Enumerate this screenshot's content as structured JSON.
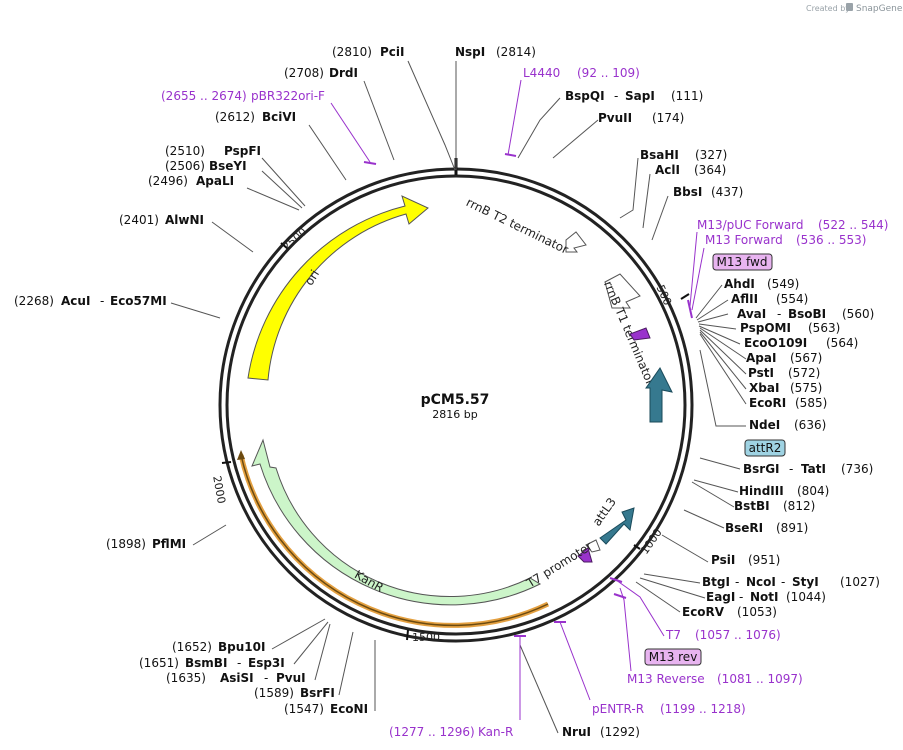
{
  "header": {
    "created_by": "Created by",
    "brand": "SnapGene"
  },
  "plasmid": {
    "name": "pCM5.57",
    "length_label": "2816 bp",
    "length": 2816
  },
  "ticks": [
    "500",
    "1000",
    "1500",
    "2000",
    "2500"
  ],
  "features": [
    {
      "name": "ori",
      "color": "#ffff00"
    },
    {
      "name": "KanR",
      "color": "#ccf5c9"
    },
    {
      "name": "rrnB T2 terminator",
      "color": "#ffffff"
    },
    {
      "name": "rrnB T1 terminator",
      "color": "#ffffff"
    },
    {
      "name": "attR2",
      "color": "#36798f"
    },
    {
      "name": "attL3",
      "color": "#36798f"
    },
    {
      "name": "T7 promoter",
      "color": "#ffffff"
    }
  ],
  "sites": [
    {
      "name": "PciI",
      "pos": "(2810)"
    },
    {
      "name": "NspI",
      "pos": "(2814)"
    },
    {
      "name": "DrdI",
      "pos": "(2708)"
    },
    {
      "name": "BciVI",
      "pos": "(2612)"
    },
    {
      "name": "PspFI",
      "pos": "(2510)"
    },
    {
      "name": "BseYI",
      "pos": "(2506)"
    },
    {
      "name": "ApaLI",
      "pos": "(2496)"
    },
    {
      "name": "AlwNI",
      "pos": "(2401)"
    },
    {
      "name": "AcuI",
      "sep": "-",
      "name2": "Eco57MI",
      "pos": "(2268)"
    },
    {
      "name": "PflMI",
      "pos": "(1898)"
    },
    {
      "name": "Bpu10I",
      "pos": "(1652)"
    },
    {
      "name": "BsmBI",
      "sep": "-",
      "name2": "Esp3I",
      "pos": "(1651)"
    },
    {
      "name": "AsiSI",
      "sep": "-",
      "name2": "PvuI",
      "pos": "(1635)"
    },
    {
      "name": "BsrFI",
      "pos": "(1589)"
    },
    {
      "name": "EcoNI",
      "pos": "(1547)"
    },
    {
      "name": "NruI",
      "pos": "(1292)"
    },
    {
      "name": "BspQI",
      "sep": "-",
      "name2": "SapI",
      "pos": "(111)"
    },
    {
      "name": "PvuII",
      "pos": "(174)"
    },
    {
      "name": "BsaHI",
      "pos": "(327)"
    },
    {
      "name": "AclI",
      "pos": "(364)"
    },
    {
      "name": "BbsI",
      "pos": "(437)"
    },
    {
      "name": "AhdI",
      "pos": "(549)"
    },
    {
      "name": "AflII",
      "pos": "(554)"
    },
    {
      "name": "AvaI",
      "sep": "-",
      "name2": "BsoBI",
      "pos": "(560)"
    },
    {
      "name": "PspOMI",
      "pos": "(563)"
    },
    {
      "name": "EcoO109I",
      "pos": "(564)"
    },
    {
      "name": "ApaI",
      "pos": "(567)"
    },
    {
      "name": "PstI",
      "pos": "(572)"
    },
    {
      "name": "XbaI",
      "pos": "(575)"
    },
    {
      "name": "EcoRI",
      "pos": "(585)"
    },
    {
      "name": "NdeI",
      "pos": "(636)"
    },
    {
      "name": "BsrGI",
      "sep": "-",
      "name2": "TatI",
      "pos": "(736)"
    },
    {
      "name": "HindIII",
      "pos": "(804)"
    },
    {
      "name": "BstBI",
      "pos": "(812)"
    },
    {
      "name": "BseRI",
      "pos": "(891)"
    },
    {
      "name": "PsiI",
      "pos": "(951)"
    },
    {
      "name": "BtgI",
      "sep": "-",
      "name2": "NcoI",
      "sep2": "-",
      "name3": "StyI",
      "pos": "(1027)"
    },
    {
      "name": "EagI",
      "sep": "-",
      "name2": "NotI",
      "pos": "(1044)"
    },
    {
      "name": "EcoRV",
      "pos": "(1053)"
    }
  ],
  "primers": [
    {
      "name": "L4440",
      "range": "(92 .. 109)"
    },
    {
      "name": "pBR322ori-F",
      "range": "(2655 .. 2674)"
    },
    {
      "name": "M13/pUC Forward",
      "range": "(522 .. 544)"
    },
    {
      "name": "M13 Forward",
      "range": "(536 .. 553)"
    },
    {
      "name": "T7",
      "range": "(1057 .. 1076)"
    },
    {
      "name": "M13 Reverse",
      "range": "(1081 .. 1097)"
    },
    {
      "name": "pENTR-R",
      "range": "(1199 .. 1218)"
    },
    {
      "name": "Kan-R",
      "range": "(1277 .. 1296)"
    }
  ],
  "boxed_labels": [
    {
      "name": "M13 fwd",
      "color": "#e8b4f0"
    },
    {
      "name": "attR2",
      "color": "#9fd3e3"
    },
    {
      "name": "M13 rev",
      "color": "#e8b4f0"
    }
  ],
  "colors": {
    "primer": "#9932cc",
    "backbone": "#222222",
    "arrow_teal": "#36798f"
  }
}
